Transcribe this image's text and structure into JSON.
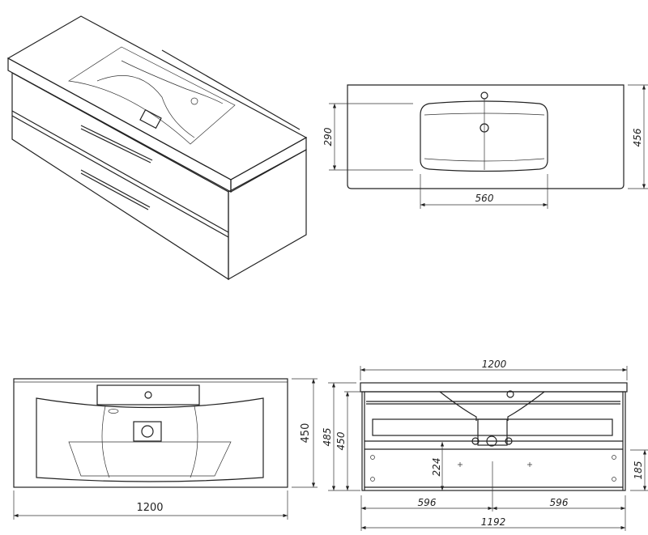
{
  "plan_view": {
    "width": "560",
    "depth": "290",
    "total_depth": "456"
  },
  "top_view": {
    "width": "1200",
    "depth": "450"
  },
  "front_view": {
    "total_width": "1200",
    "height_total": "485",
    "height_body": "450",
    "drain_height": "224",
    "panel_height": "185",
    "half_left": "596",
    "half_right": "596",
    "body_width": "1192"
  }
}
